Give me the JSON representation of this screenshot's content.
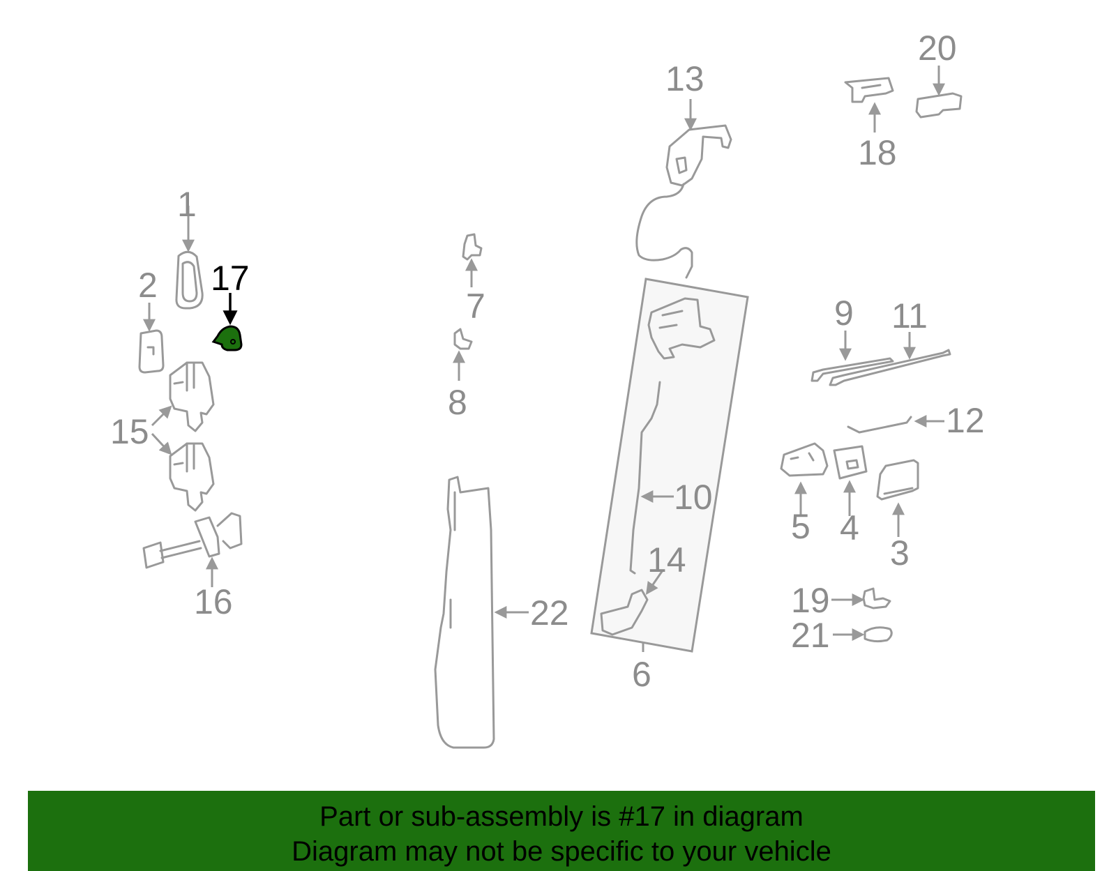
{
  "diagram": {
    "highlight_label": "17",
    "labels": [
      "1",
      "2",
      "3",
      "4",
      "5",
      "6",
      "7",
      "8",
      "9",
      "10",
      "11",
      "12",
      "13",
      "14",
      "15",
      "16",
      "18",
      "19",
      "20",
      "21",
      "22"
    ],
    "colors": {
      "line": "#999999",
      "label": "#8c8c8c",
      "highlight_fill": "#1c700e",
      "highlight_text": "#000000",
      "panel_fill": "#f7f7f7"
    }
  },
  "banner": {
    "line1": "Part or sub-assembly is #17 in diagram",
    "line2": "Diagram may not be specific to your vehicle",
    "background": "#1c700e"
  }
}
